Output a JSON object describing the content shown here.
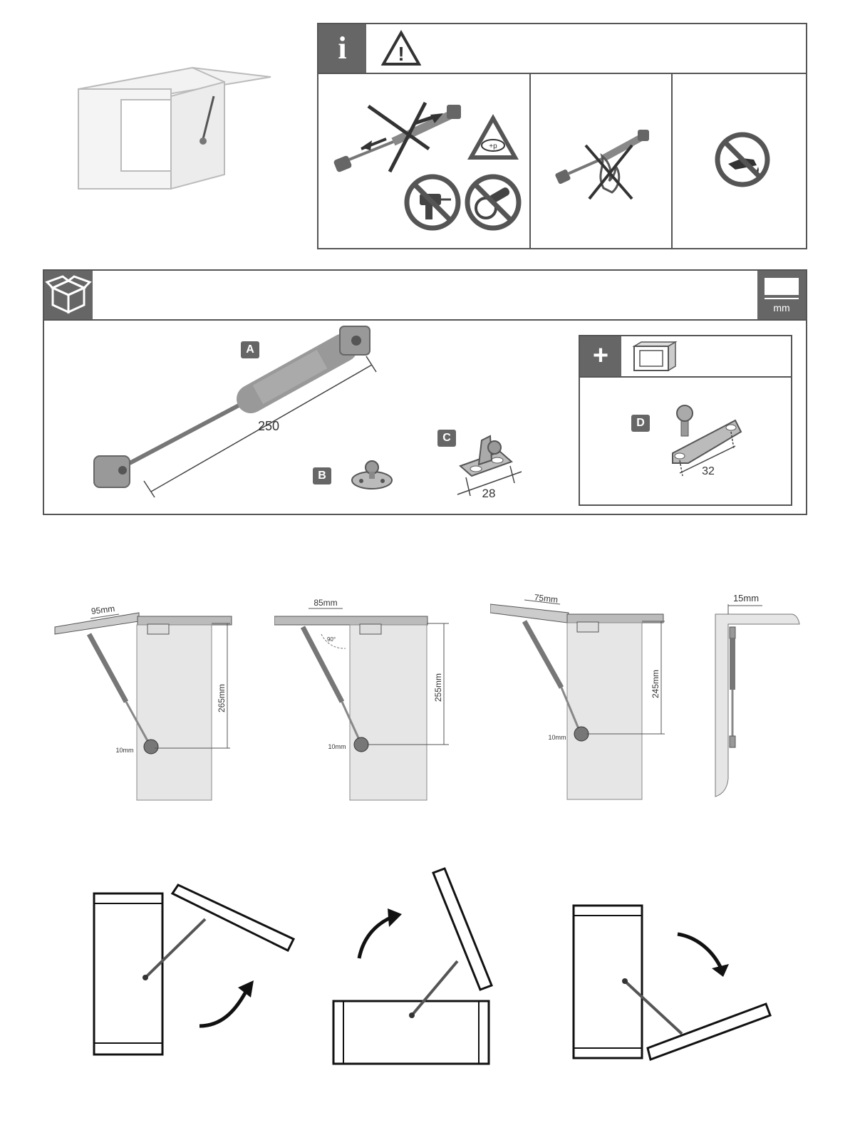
{
  "info_panel": {
    "info_glyph": "i",
    "warning_glyph": "!",
    "pressure_label": "+p"
  },
  "contents_panel": {
    "unit_label": "mm",
    "parts": [
      {
        "letter": "A",
        "dimension": "250"
      },
      {
        "letter": "B"
      },
      {
        "letter": "C",
        "dimension": "28"
      },
      {
        "letter": "D",
        "dimension": "32"
      }
    ],
    "plus_glyph": "+"
  },
  "mounting": {
    "diagrams": [
      {
        "offset": "95mm",
        "height": "265mm",
        "bottom": "10mm"
      },
      {
        "offset": "85mm",
        "height": "255mm",
        "bottom": "10mm",
        "angle": "90°"
      },
      {
        "offset": "75mm",
        "height": "245mm",
        "bottom": "10mm"
      },
      {
        "offset": "15mm"
      }
    ]
  },
  "icons": [
    "cabinet-icon",
    "info-icon",
    "warning-icon",
    "no-compression-icon",
    "pressure-warning-icon",
    "no-drill-icon",
    "no-grind-icon",
    "no-heat-icon",
    "no-oil-icon",
    "box-icon",
    "ruler-icon",
    "gas-strut-icon",
    "bracket-b-icon",
    "bracket-c-icon",
    "bracket-d-icon",
    "cabinet-small-icon"
  ]
}
